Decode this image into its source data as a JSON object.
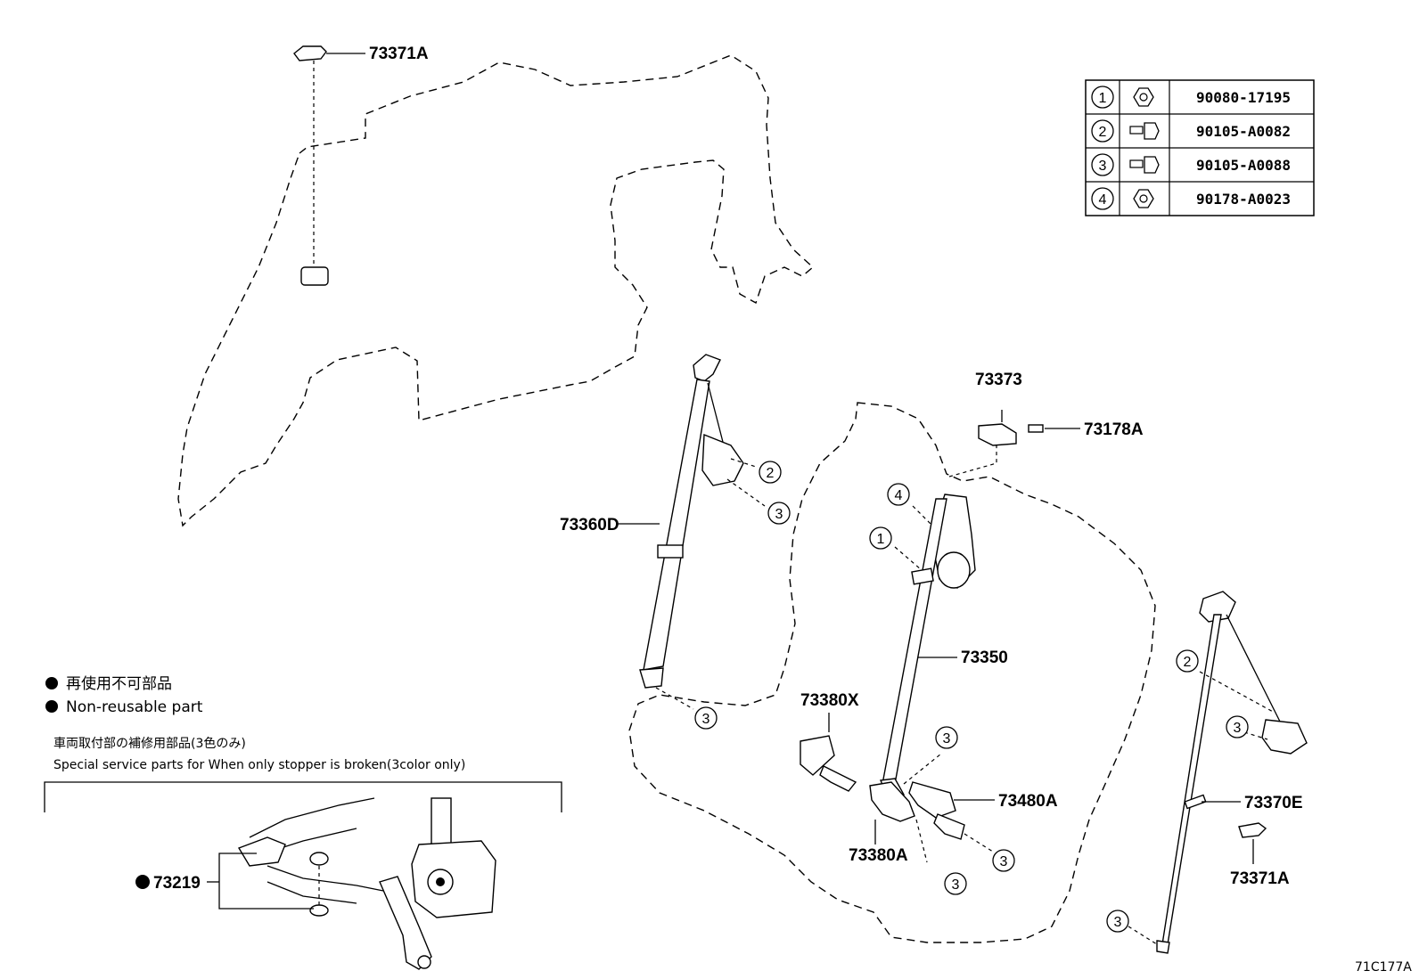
{
  "figure_code": "71C177A",
  "legend": {
    "bullet_jp": "再使用不可部品",
    "bullet_en": "Non-reusable part"
  },
  "special_service": {
    "title_jp": "車両取付部の補修用部品(3色のみ)",
    "title_en": "Special service parts for When only stopper is broken(3color only)"
  },
  "fastener_table": [
    {
      "num": "1",
      "icon": "nut-icon",
      "part": "90080-17195"
    },
    {
      "num": "2",
      "icon": "bolt-icon",
      "part": "90105-A0082"
    },
    {
      "num": "3",
      "icon": "bolt-icon",
      "part": "90105-A0088"
    },
    {
      "num": "4",
      "icon": "nut-icon",
      "part": "90178-A0023"
    }
  ],
  "part_labels": {
    "p73371A_top": "73371A",
    "p73360D": "73360D",
    "p73373": "73373",
    "p73178A": "73178A",
    "p73350": "73350",
    "p73380X": "73380X",
    "p73480A": "73480A",
    "p73380A": "73380A",
    "p73370E": "73370E",
    "p73371A_right": "73371A",
    "p73219": "73219"
  },
  "callouts": [
    "1",
    "2",
    "3",
    "4"
  ],
  "colors": {
    "ink": "#000000",
    "paper": "#ffffff"
  }
}
